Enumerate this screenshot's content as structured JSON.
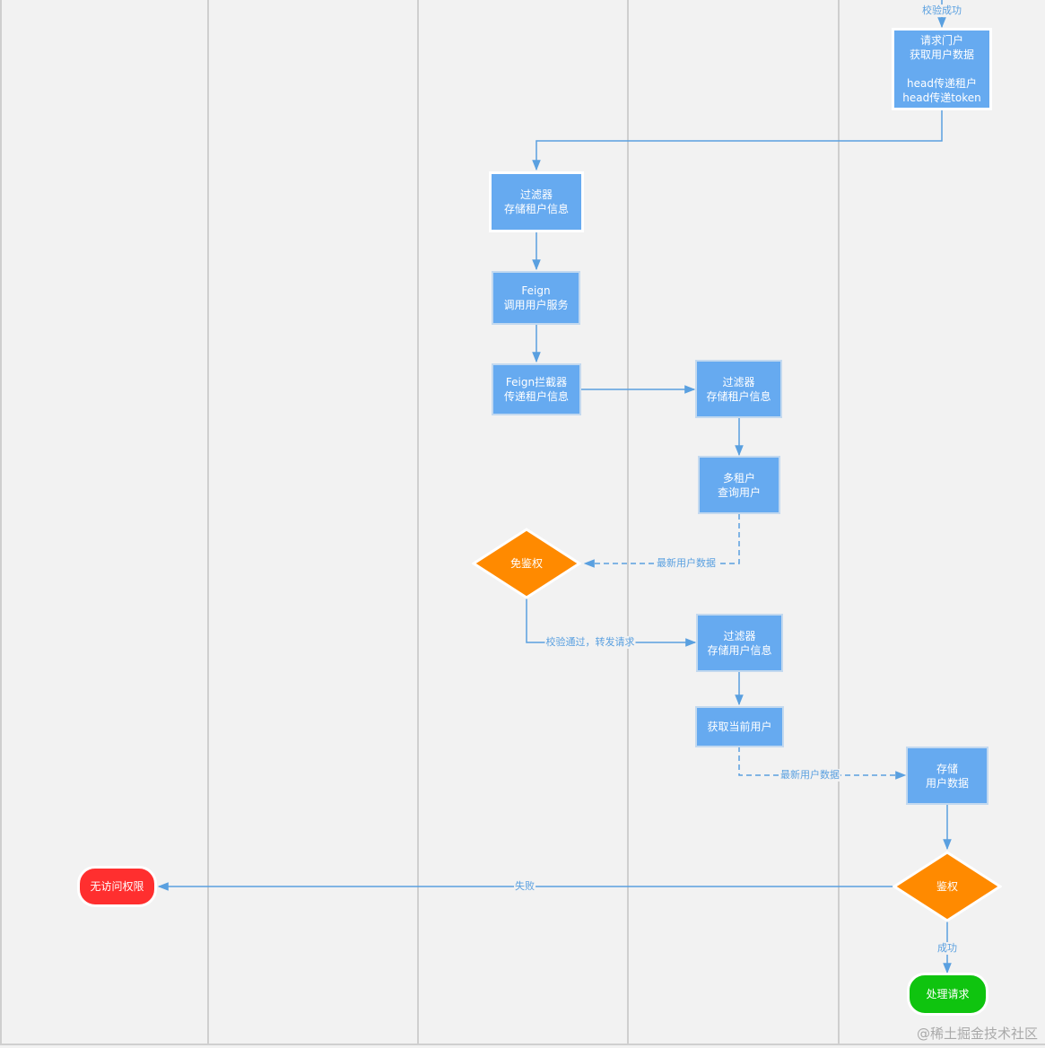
{
  "colors": {
    "process": "#66aaf0",
    "decision": "#ff8a00",
    "fail": "#ff2f2f",
    "success": "#0fc40f",
    "edge": "#5aa0e0"
  },
  "nodes": {
    "request_portal": "请求门户\n获取用户数据\n\nhead传递租户\nhead传递token",
    "filter_store_tenant_1": "过滤器\n存储租户信息",
    "feign_call": "Feign\n调用用户服务",
    "feign_interceptor": "Feign拦截器\n传递租户信息",
    "filter_store_tenant_2": "过滤器\n存储租户信息",
    "multi_tenant_query": "多租户\n查询用户",
    "auth_exempt": "免鉴权",
    "filter_store_user": "过滤器\n存储用户信息",
    "get_current_user": "获取当前用户",
    "store_user_data": "存储\n用户数据",
    "auth": "鉴权",
    "no_access": "无访问权限",
    "handle_request": "处理请求"
  },
  "edge_labels": {
    "validate_success": "校验成功",
    "latest_user_data_1": "最新用户数据",
    "validate_pass_forward": "校验通过，转发请求",
    "latest_user_data_2": "最新用户数据",
    "fail": "失败",
    "success": "成功"
  },
  "watermark": "@稀土掘金技术社区"
}
